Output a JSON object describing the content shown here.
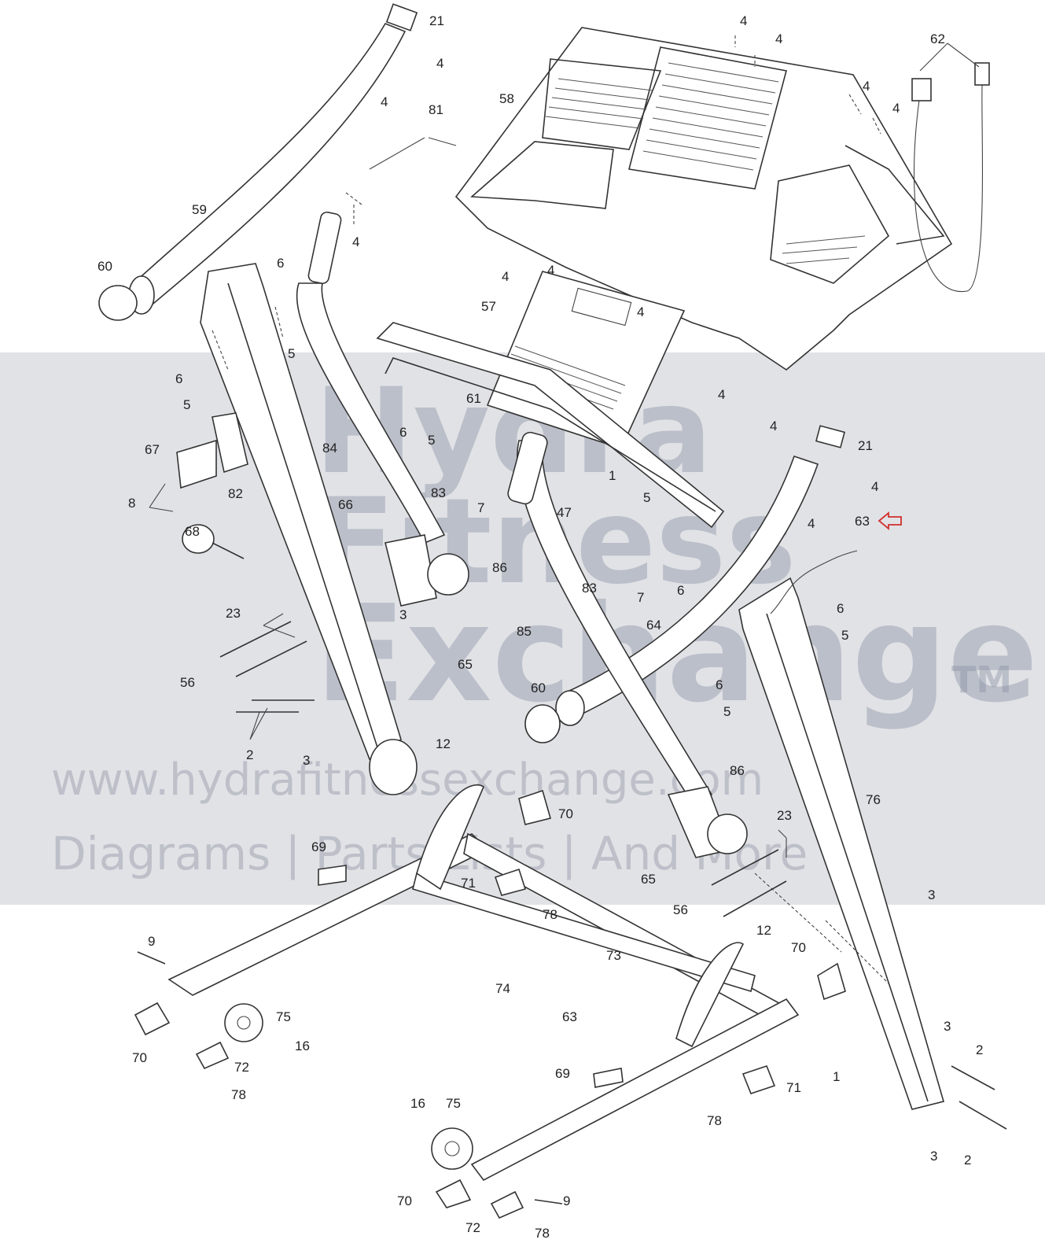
{
  "watermark": {
    "brand_lines": [
      "Hydra",
      "Fitness",
      "Exchange"
    ],
    "trademark": "TM",
    "url": "www.hydrafitnessexchange.com",
    "tagline": "Diagrams | Parts Lists | And More"
  },
  "highlight_color": "#d0302c",
  "labels": [
    {
      "id": "lbl-21-top",
      "text": "21"
    },
    {
      "id": "lbl-4-a",
      "text": "4"
    },
    {
      "id": "lbl-4-b",
      "text": "4"
    },
    {
      "id": "lbl-81",
      "text": "81"
    },
    {
      "id": "lbl-4-c",
      "text": "4"
    },
    {
      "id": "lbl-59",
      "text": "59"
    },
    {
      "id": "lbl-60-left",
      "text": "60"
    },
    {
      "id": "lbl-6-a",
      "text": "6"
    },
    {
      "id": "lbl-5-a",
      "text": "5"
    },
    {
      "id": "lbl-6-b",
      "text": "6"
    },
    {
      "id": "lbl-5-b",
      "text": "5"
    },
    {
      "id": "lbl-67",
      "text": "67"
    },
    {
      "id": "lbl-82",
      "text": "82"
    },
    {
      "id": "lbl-8",
      "text": "8"
    },
    {
      "id": "lbl-68",
      "text": "68"
    },
    {
      "id": "lbl-66",
      "text": "66"
    },
    {
      "id": "lbl-84",
      "text": "84"
    },
    {
      "id": "lbl-23-left",
      "text": "23"
    },
    {
      "id": "lbl-3-a",
      "text": "3"
    },
    {
      "id": "lbl-56-left",
      "text": "56"
    },
    {
      "id": "lbl-2-left",
      "text": "2"
    },
    {
      "id": "lbl-3-b",
      "text": "3"
    },
    {
      "id": "lbl-58",
      "text": "58"
    },
    {
      "id": "lbl-4-d",
      "text": "4"
    },
    {
      "id": "lbl-4-e",
      "text": "4"
    },
    {
      "id": "lbl-62",
      "text": "62"
    },
    {
      "id": "lbl-4-f",
      "text": "4"
    },
    {
      "id": "lbl-4-g",
      "text": "4"
    },
    {
      "id": "lbl-4-h",
      "text": "4"
    },
    {
      "id": "lbl-4-i",
      "text": "4"
    },
    {
      "id": "lbl-4-j",
      "text": "4"
    },
    {
      "id": "lbl-57",
      "text": "57"
    },
    {
      "id": "lbl-4-k",
      "text": "4"
    },
    {
      "id": "lbl-4-l",
      "text": "4"
    },
    {
      "id": "lbl-61",
      "text": "61"
    },
    {
      "id": "lbl-6-c",
      "text": "6"
    },
    {
      "id": "lbl-5-c",
      "text": "5"
    },
    {
      "id": "lbl-83-a",
      "text": "83"
    },
    {
      "id": "lbl-7-a",
      "text": "7"
    },
    {
      "id": "lbl-1-a",
      "text": "1"
    },
    {
      "id": "lbl-47",
      "text": "47"
    },
    {
      "id": "lbl-5-d",
      "text": "5"
    },
    {
      "id": "lbl-21-right",
      "text": "21"
    },
    {
      "id": "lbl-4-m",
      "text": "4"
    },
    {
      "id": "lbl-4-n",
      "text": "4"
    },
    {
      "id": "lbl-63-top",
      "text": "63"
    },
    {
      "id": "lbl-86-a",
      "text": "86"
    },
    {
      "id": "lbl-83-b",
      "text": "83"
    },
    {
      "id": "lbl-7-b",
      "text": "7"
    },
    {
      "id": "lbl-6-d",
      "text": "6"
    },
    {
      "id": "lbl-65-a",
      "text": "65"
    },
    {
      "id": "lbl-85",
      "text": "85"
    },
    {
      "id": "lbl-64",
      "text": "64"
    },
    {
      "id": "lbl-6-e",
      "text": "6"
    },
    {
      "id": "lbl-5-e",
      "text": "5"
    },
    {
      "id": "lbl-6-f",
      "text": "6"
    },
    {
      "id": "lbl-5-f",
      "text": "5"
    },
    {
      "id": "lbl-60-right",
      "text": "60"
    },
    {
      "id": "lbl-12-a",
      "text": "12"
    },
    {
      "id": "lbl-70-a",
      "text": "70"
    },
    {
      "id": "lbl-86-b",
      "text": "86"
    },
    {
      "id": "lbl-76",
      "text": "76"
    },
    {
      "id": "lbl-23-right",
      "text": "23"
    },
    {
      "id": "lbl-69-a",
      "text": "69"
    },
    {
      "id": "lbl-71-a",
      "text": "71"
    },
    {
      "id": "lbl-78-a",
      "text": "78"
    },
    {
      "id": "lbl-65-b",
      "text": "65"
    },
    {
      "id": "lbl-56-right",
      "text": "56"
    },
    {
      "id": "lbl-3-c",
      "text": "3"
    },
    {
      "id": "lbl-9-a",
      "text": "9"
    },
    {
      "id": "lbl-73",
      "text": "73"
    },
    {
      "id": "lbl-74",
      "text": "74"
    },
    {
      "id": "lbl-12-b",
      "text": "12"
    },
    {
      "id": "lbl-70-b",
      "text": "70"
    },
    {
      "id": "lbl-63-bottom",
      "text": "63"
    },
    {
      "id": "lbl-75-a",
      "text": "75"
    },
    {
      "id": "lbl-16-a",
      "text": "16"
    },
    {
      "id": "lbl-70-c",
      "text": "70"
    },
    {
      "id": "lbl-72-a",
      "text": "72"
    },
    {
      "id": "lbl-78-b",
      "text": "78"
    },
    {
      "id": "lbl-3-d",
      "text": "3"
    },
    {
      "id": "lbl-2-a",
      "text": "2"
    },
    {
      "id": "lbl-1-b",
      "text": "1"
    },
    {
      "id": "lbl-69-b",
      "text": "69"
    },
    {
      "id": "lbl-71-b",
      "text": "71"
    },
    {
      "id": "lbl-78-c",
      "text": "78"
    },
    {
      "id": "lbl-16-b",
      "text": "16"
    },
    {
      "id": "lbl-75-b",
      "text": "75"
    },
    {
      "id": "lbl-3-e",
      "text": "3"
    },
    {
      "id": "lbl-2-b",
      "text": "2"
    },
    {
      "id": "lbl-70-d",
      "text": "70"
    },
    {
      "id": "lbl-9-b",
      "text": "9"
    },
    {
      "id": "lbl-72-b",
      "text": "72"
    },
    {
      "id": "lbl-78-d",
      "text": "78"
    }
  ]
}
